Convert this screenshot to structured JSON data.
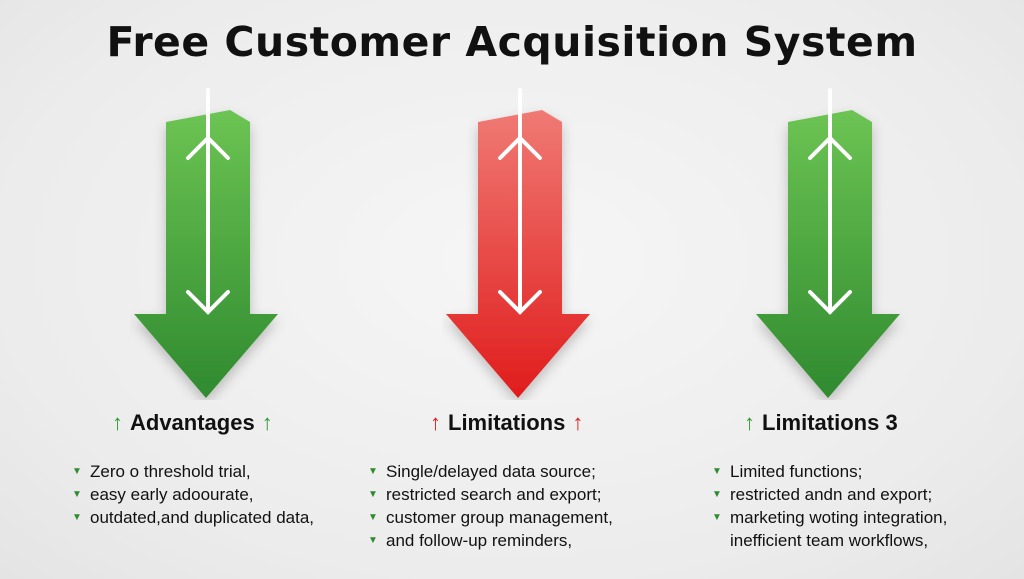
{
  "title": "Free Customer Acquisition System",
  "colors": {
    "green_light": "#6cc453",
    "green_dark": "#2f8a2f",
    "red_light": "#f07a74",
    "red_dark": "#e01c1c"
  },
  "columns": [
    {
      "heading": "Advantages",
      "heading_mark": "↑",
      "mark_color": "#2e9b2e",
      "arrow": "green",
      "items": [
        {
          "text": "Zero o threshold trial,",
          "bullet": true
        },
        {
          "text": "easy early adoourate,",
          "bullet": true
        },
        {
          "text": "outdated,and duplicated data,",
          "bullet": true
        }
      ]
    },
    {
      "heading": "Limitations",
      "heading_mark": "↑",
      "mark_color": "#e01c1c",
      "arrow": "red",
      "items": [
        {
          "text": "Single/delayed data source;",
          "bullet": true
        },
        {
          "text": "restricted search and export;",
          "bullet": true
        },
        {
          "text": "customer group management,",
          "bullet": true
        },
        {
          "text": "and follow-up reminders,",
          "bullet": true
        }
      ]
    },
    {
      "heading": "Limitations 3",
      "heading_mark": "↑",
      "mark_color": "#2e9b2e",
      "arrow": "green",
      "items": [
        {
          "text": "Limited functions;",
          "bullet": true
        },
        {
          "text": "restricted andn and export;",
          "bullet": true
        },
        {
          "text": "marketing woting integration,",
          "bullet": true
        },
        {
          "text": "inefficient team workflows,",
          "bullet": false
        }
      ]
    }
  ]
}
